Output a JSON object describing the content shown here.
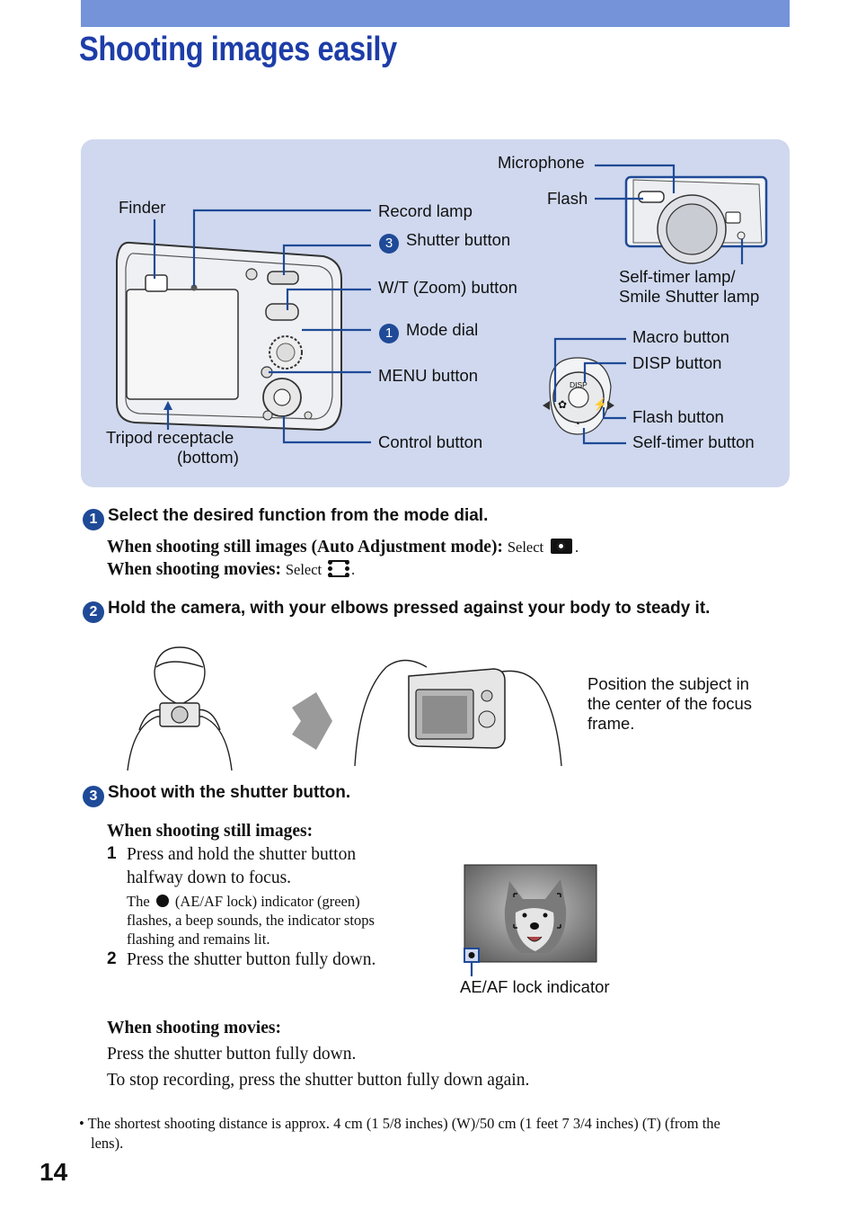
{
  "header": {
    "title": "Shooting images easily"
  },
  "diagram": {
    "labels": {
      "microphone": "Microphone",
      "flash": "Flash",
      "finder": "Finder",
      "record_lamp": "Record lamp",
      "shutter_button": "Shutter button",
      "wt_zoom": "W/T (Zoom) button",
      "mode_dial": "Mode dial",
      "menu_button": "MENU button",
      "control_button": "Control button",
      "tripod_line1": "Tripod receptacle",
      "tripod_line2": "(bottom)",
      "selftimer_line1": "Self-timer lamp/",
      "selftimer_line2": "Smile Shutter lamp",
      "macro_button": "Macro button",
      "disp_button": "DISP button",
      "flash_button": "Flash button",
      "selftimer_button": "Self-timer button",
      "disp_text": "DISP"
    },
    "badges": {
      "shutter": "3",
      "mode": "1"
    }
  },
  "step1": {
    "num": "1",
    "heading": "Select the desired function from the mode dial.",
    "still_bold": "When shooting still images (Auto Adjustment mode):",
    "still_select": "Select",
    "movie_bold": "When shooting movies:",
    "movie_select": "Select",
    "icons": {
      "still": "camera-icon",
      "movie": "film-icon"
    }
  },
  "step2": {
    "num": "2",
    "heading": "Hold the camera, with your elbows pressed against your body to steady it.",
    "note": [
      "Position the subject in",
      "the center of the focus",
      "frame."
    ]
  },
  "step3": {
    "num": "3",
    "heading": "Shoot with the shutter button.",
    "still_heading": "When shooting still images:",
    "sub1_num": "1",
    "sub1_lines": [
      "Press and hold the shutter button",
      "halfway down to focus."
    ],
    "sub1_note_a": "The",
    "sub1_note_b": "(AE/AF lock) indicator (green)",
    "sub1_note_lines": [
      "flashes, a beep sounds, the indicator stops",
      "flashing and remains lit."
    ],
    "sub2_num": "2",
    "sub2_text": "Press the shutter button fully down.",
    "ae_label": "AE/AF lock indicator",
    "movie_heading": "When shooting movies:",
    "movie_line1": "Press the shutter button fully down.",
    "movie_line2": "To stop recording, press the shutter button fully down again."
  },
  "footnote": {
    "line1": "• The shortest shooting distance is approx. 4 cm (1 5/8 inches) (W)/50 cm (1 feet 7 3/4 inches) (T) (from the",
    "line2": "lens)."
  },
  "page_number": "14",
  "colors": {
    "accent": "#1d3da8",
    "bar": "#7493d8",
    "panel": "#cfd8ee",
    "leader": "#1f4a97"
  }
}
